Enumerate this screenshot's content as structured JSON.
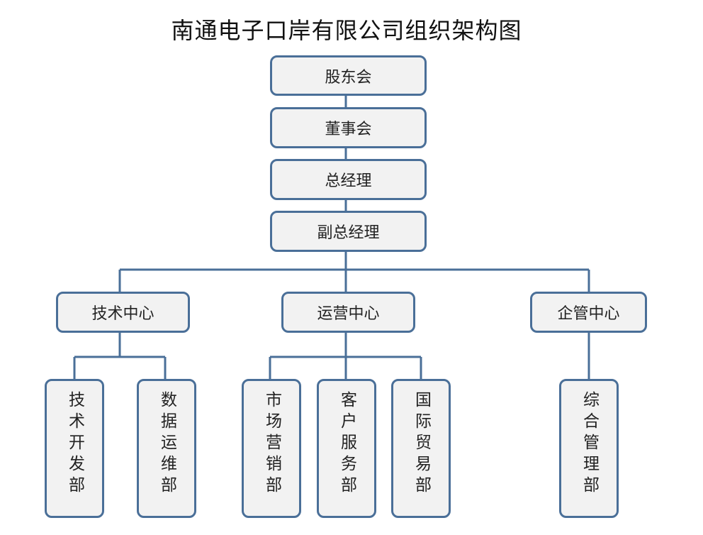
{
  "title": "南通电子口岸有限公司组织架构图",
  "colors": {
    "box_border": "#4a6f98",
    "box_fill": "#f2f2f2",
    "connector": "#4a6f98"
  },
  "chain": [
    "股东会",
    "董事会",
    "总经理",
    "副总经理"
  ],
  "centers": [
    {
      "name": "技术中心",
      "departments": [
        "技术开发部",
        "数据运维部"
      ]
    },
    {
      "name": "运营中心",
      "departments": [
        "市场营销部",
        "客户服务部",
        "国际贸易部"
      ]
    },
    {
      "name": "企管中心",
      "departments": [
        "综合管理部"
      ]
    }
  ]
}
